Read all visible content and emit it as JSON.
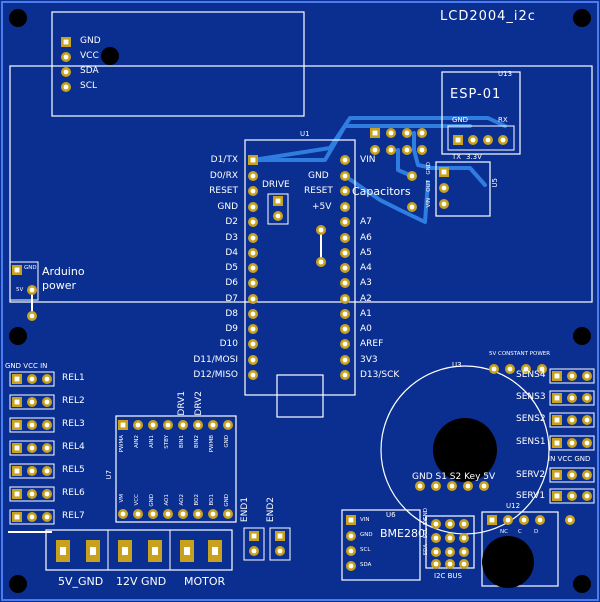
{
  "lcd": {
    "title": "LCD2004_i2c",
    "pins": [
      "GND",
      "VCC",
      "SDA",
      "SCL"
    ]
  },
  "esp": {
    "ref": "U13",
    "name": "ESP-01",
    "pin_gnd": "GND",
    "pin_rx": "RX",
    "pin_tx": "TX",
    "pin_33": "3.3V"
  },
  "u1": {
    "ref": "U1",
    "left_pins": [
      "D1/TX",
      "D0/RX",
      "RESET",
      "GND",
      "D2",
      "D3",
      "D4",
      "D5",
      "D6",
      "D7",
      "D8",
      "D9",
      "D10",
      "D11/MOSI",
      "D12/MISO"
    ],
    "mid_pins": [
      "GND",
      "RESET",
      "+5V"
    ],
    "right_pins": [
      "VIN",
      "A7",
      "A6",
      "A5",
      "A4",
      "A3",
      "A2",
      "A1",
      "A0",
      "AREF",
      "3V3",
      "D13/SCK"
    ]
  },
  "drive_label": "DRIVE",
  "capacitors_label": "Capacitors",
  "u5": {
    "ref": "U5",
    "pins": [
      "GND",
      "OUT",
      "VIN"
    ]
  },
  "arduino_power": {
    "line1": "Arduino",
    "line2": "power",
    "gnd": "GND",
    "v5": "5V"
  },
  "relays": {
    "header": "GND VCC IN",
    "labels": [
      "REL1",
      "REL2",
      "REL3",
      "REL4",
      "REL5",
      "REL6",
      "REL7"
    ]
  },
  "u7": {
    "ref": "U7",
    "drv1": "DRV1",
    "drv2": "DRV2",
    "top_pins": [
      "PWMA",
      "AIN2",
      "AIN1",
      "STBY",
      "BIN1",
      "BIN2",
      "PWMB",
      "GND"
    ],
    "bottom_pins": [
      "VM",
      "VCC",
      "GND",
      "AO1",
      "AO2",
      "BO2",
      "BO1",
      "GND"
    ]
  },
  "endstops": [
    "END1",
    "END2"
  ],
  "terminals": [
    "5V_GND",
    "12V GND",
    "MOTOR"
  ],
  "u3": {
    "ref": "U3",
    "pins_label": "GND S1 S2 Key 5V"
  },
  "power_label": "5V CONSTANT POWER",
  "sensors": [
    "SENS4",
    "SENS3",
    "SENS2",
    "SENS1"
  ],
  "servo_header": "IN VCC GND",
  "servos": [
    "SERV2",
    "SERV1"
  ],
  "u6": {
    "ref": "U6",
    "name": "BME280",
    "pins": [
      "VIN",
      "GND",
      "SCL",
      "SDA"
    ]
  },
  "i2c": {
    "label": "I2C BUS",
    "pins": [
      "SDA",
      "SCL",
      "5V",
      "GND"
    ]
  },
  "u12": {
    "ref": "U12",
    "pins": [
      "NC",
      "C",
      "D"
    ]
  }
}
